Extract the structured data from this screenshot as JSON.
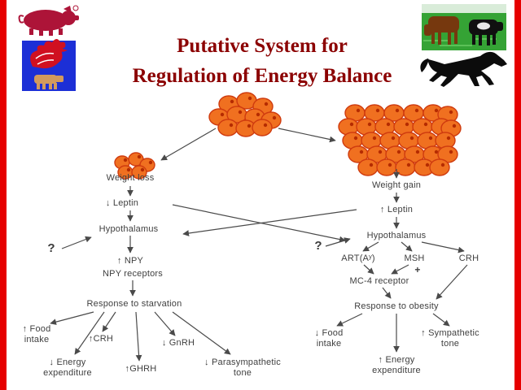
{
  "title": {
    "line1": "Putative System for",
    "line2": "Regulation of Energy Balance"
  },
  "left_path": {
    "weight_loss": "Weight loss",
    "leptin": "↓ Leptin",
    "hypothalamus": "Hypothalamus",
    "question_mark": "?",
    "npy": "↑ NPY",
    "npy_receptors": "NPY receptors",
    "response": "Response to starvation",
    "food_intake": "↑ Food\nintake",
    "crh": "↑CRH",
    "gnrh": "↓ GnRH",
    "ghrh": "↑GHRH",
    "parasympathetic": "↓ Parasympathetic\ntone",
    "energy_expenditure": "↓ Energy\nexpenditure"
  },
  "right_path": {
    "weight_gain": "Weight gain",
    "leptin": "↑ Leptin",
    "hypothalamus": "Hypothalamus",
    "question_mark": "?",
    "art": "ART(Aʸ)",
    "msh": "MSH",
    "plus": "+",
    "crh": "CRH",
    "mc4_receptor": "MC-4 receptor",
    "response": "Response to obesity",
    "food_intake": "↓ Food\nintake",
    "energy_expenditure": "↑ Energy\nexpenditure",
    "sympathetic": "↑ Sympathetic\ntone"
  },
  "icons": {
    "top_left_1": "pig-logo-icon",
    "top_left_2": "rooster-cow-logo-icon",
    "top_right_1": "cattle-photo-icon",
    "top_right_2": "horse-icon",
    "adipose_normal": "fat-cells-normal-icon",
    "adipose_small": "fat-cells-small-icon",
    "adipose_large": "fat-cells-large-icon"
  },
  "colors": {
    "border_red": "#e60000",
    "title_red": "#8b0000",
    "fat_cell_fill": "#f07020",
    "fat_cell_stroke": "#cf3b0f",
    "label_color": "#3f3f3f",
    "arrow_color": "#4a4a4a"
  }
}
